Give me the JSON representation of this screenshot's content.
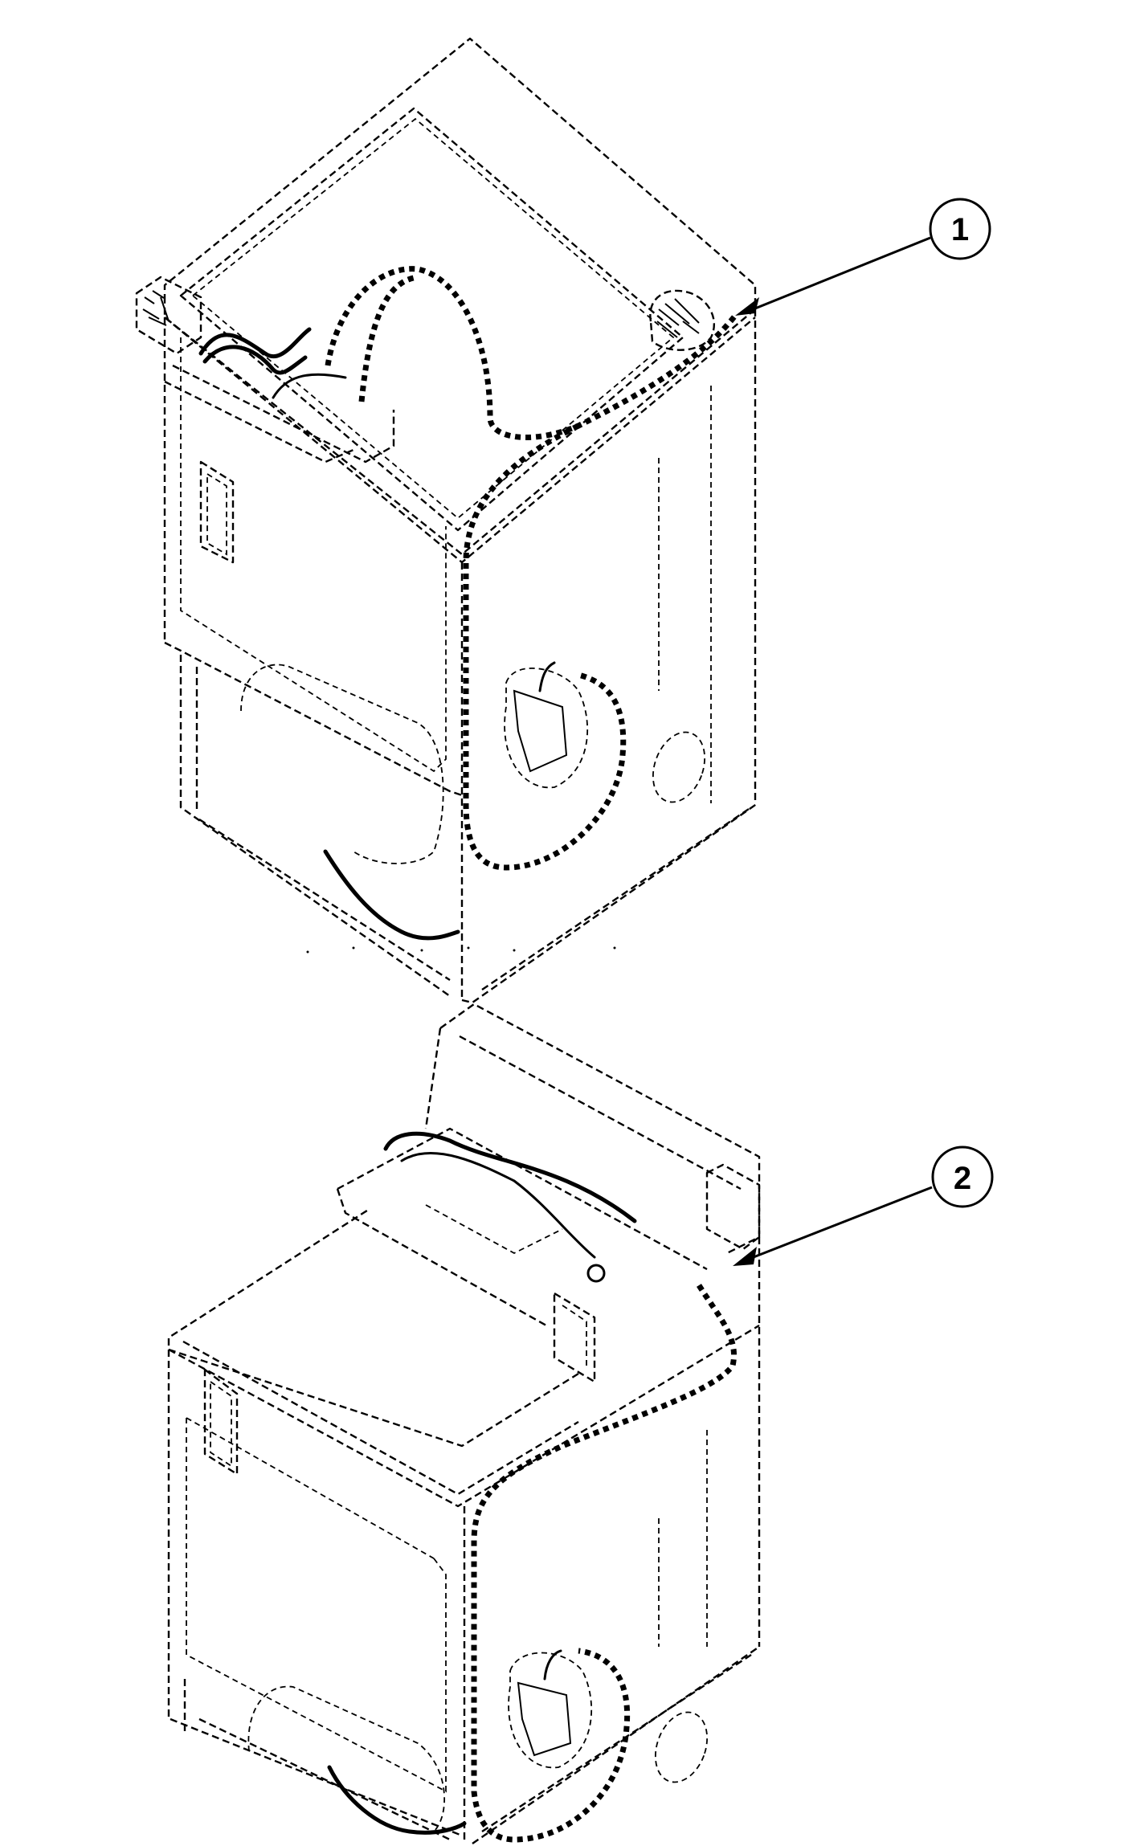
{
  "diagram": {
    "type": "exploded parts illustration",
    "subject": "dryer wiring harness routing",
    "views": [
      {
        "id": "view-1",
        "description": "dryer with control console at rear, harness routed down right rear corner to motor"
      },
      {
        "id": "view-2",
        "description": "dryer with raised control console, harness routed down right rear corner to motor"
      }
    ],
    "callouts": [
      {
        "number": "1",
        "label": "1"
      },
      {
        "number": "2",
        "label": "2"
      }
    ],
    "colors": {
      "line": "#000000",
      "background": "#ffffff"
    }
  }
}
